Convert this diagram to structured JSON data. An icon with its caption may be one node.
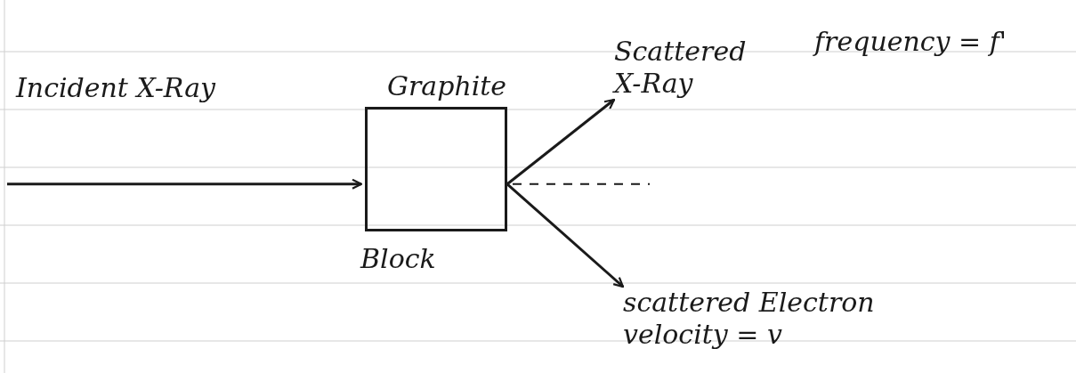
{
  "diagram": {
    "nodes": [
      {
        "text": [
          "Graphite",
          "Block"
        ]
      },
      {
        "text": [
          "Scattered X-Ray"
        ],
        "beside": [
          "frequency = f'"
        ]
      },
      {
        "text": [
          "scattered Electron velocity = v"
        ]
      }
    ],
    "edges": [
      {
        "from": null,
        "to": 0,
        "arrow": "to",
        "label": "Incident X-Ray"
      },
      {
        "from": 0,
        "to": 1,
        "arrow": "to"
      },
      {
        "from": 0,
        "to": 2,
        "arrow": "to"
      }
    ]
  }
}
